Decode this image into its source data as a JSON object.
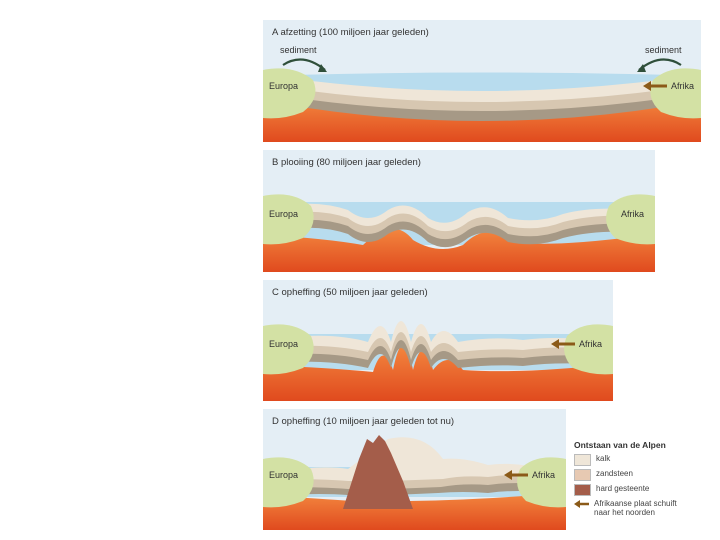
{
  "colors": {
    "sky": "#e3eef6",
    "water": "#b7dcee",
    "mantle_top": "#f07a38",
    "mantle_bottom": "#e04a1e",
    "continent": "#d3e1a4",
    "sediment_light": "#efe6d8",
    "sediment_mid": "#d7c7b1",
    "sediment_dark": "#a69986",
    "hard_rock": "#a45d4a",
    "arrow": "#8b5a18"
  },
  "panels": [
    {
      "title": "A afzetting (100 miljoen jaar geleden)",
      "left_label": "Europa",
      "right_label": "Afrika",
      "sediment_left": "sediment",
      "sediment_right": "sediment",
      "stage": "deposition"
    },
    {
      "title": "B plooiing (80 miljoen jaar geleden)",
      "left_label": "Europa",
      "right_label": "Afrika",
      "stage": "folding"
    },
    {
      "title": "C opheffing (50 miljoen jaar geleden)",
      "left_label": "Europa",
      "right_label": "Afrika",
      "stage": "uplift"
    },
    {
      "title": "D opheffing (10 miljoen jaar geleden tot nu)",
      "left_label": "Europa",
      "right_label": "Afrika",
      "stage": "mountains"
    }
  ],
  "legend": {
    "title": "Ontstaan van de Alpen",
    "items": [
      {
        "label": "kalk",
        "swatch": "#efe6d8"
      },
      {
        "label": "zandsteen",
        "swatch": "#e7c9b2"
      },
      {
        "label": "hard gesteente",
        "swatch": "#a45d4a"
      },
      {
        "label": "Afrikaanse plaat schuift naar het noorden",
        "icon": "arrow-left-icon"
      }
    ]
  }
}
